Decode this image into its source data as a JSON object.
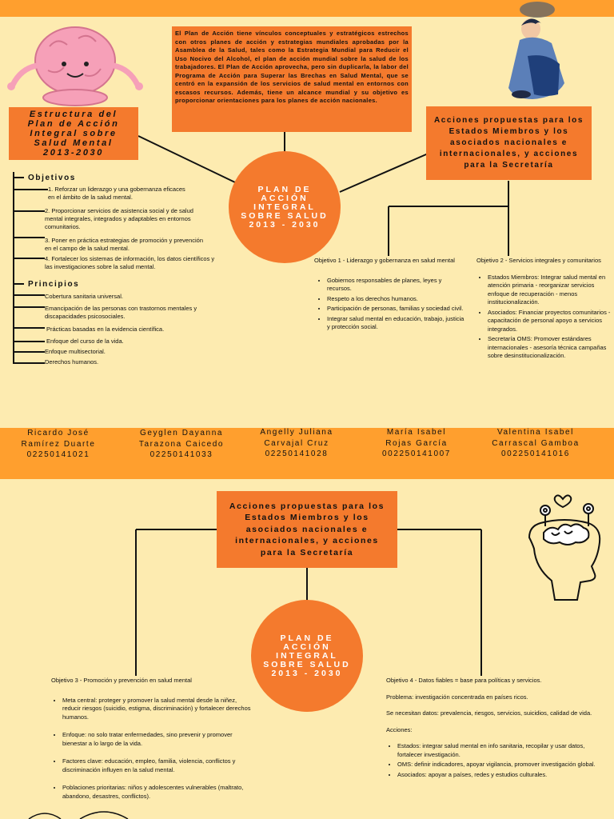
{
  "page1": {
    "structure_title": "Estructura del Plan de Acción Integral sobre Salud Mental 2013-2030",
    "intro_text": "El Plan de Acción tiene vínculos conceptuales y estratégicos estrechos con otros planes de acción y estrategias mundiales aprobadas por la Asamblea de la Salud, tales como la Estrategia Mundial para Reducir el Uso Nocivo del Alcohol, el plan de acción mundial sobre la salud de los trabajadores. El Plan de Acción aprovecha, pero sin duplicarla, la labor del Programa de Acción para Superar las Brechas en Salud Mental, que se centró en la expansión de los servicios de salud mental en entornos con escasos recursos. Además, tiene un alcance mundial y su objetivo es proporcionar orientaciones para los planes de acción nacionales.",
    "acciones_box": "Acciones propuestas para los Estados Miembros y los asociados nacionales e internacionales, y acciones para la Secretaría",
    "circle_lines": [
      "PLAN DE",
      "ACCIÓN",
      "INTEGRAL",
      "SOBRE SALUD",
      "2013 - 2030"
    ],
    "objetivos_heading": "Objetivos",
    "objetivos": [
      "1. Reforzar un liderazgo y una gobernanza eficaces en el ámbito de la salud mental.",
      "2. Proporcionar servicios de asistencia social y de salud mental integrales, integrados y adaptables en entornos comunitarios.",
      "3. Poner en práctica estrategias de promoción y prevención en el campo de la salud mental.",
      "4. Fortalecer los sistemas de información, los datos científicos y las investigaciones sobre la salud mental."
    ],
    "principios_heading": "Principios",
    "principios": [
      "Cobertura sanitaria universal.",
      "Emancipación de las personas con trastornos mentales y discapacidades psicosociales.",
      "Prácticas basadas en la evidencia científica.",
      "Enfoque del curso de la vida.",
      "Enfoque multisectorial.",
      "Derechos humanos."
    ],
    "obj1_title": "Objetivo 1 - Liderazgo y gobernanza en salud mental",
    "obj1_items": [
      "Gobiernos responsables de planes, leyes y recursos.",
      "Respeto a los derechos humanos.",
      "Participación de personas, familias y sociedad civil.",
      "Integrar salud mental en educación, trabajo, justicia y protección social."
    ],
    "obj2_title": "Objetivo 2 - Servicios integrales y comunitarios",
    "obj2_items": [
      "Estados Miembros: Integrar salud mental en atención primaria - reorganizar servicios enfoque de recuperación - menos institucionalización.",
      "Asociados: Financiar proyectos comunitarios - capacitación de personal apoyo a servicios integrados.",
      "Secretaría OMS: Promover estándares internacionales - asesoría técnica campañas sobre desinstitucionalización."
    ]
  },
  "students": [
    {
      "name1": "Ricardo José",
      "name2": "Ramírez Duarte",
      "code": "02250141021"
    },
    {
      "name1": "Geyglen Dayanna",
      "name2": "Tarazona Caicedo",
      "code": "02250141033"
    },
    {
      "name1": "Angelly Juliana",
      "name2": "Carvajal Cruz",
      "code": "02250141028"
    },
    {
      "name1": "María Isabel",
      "name2": "Rojas García",
      "code": "002250141007"
    },
    {
      "name1": "Valentina Isabel",
      "name2": "Carrascal Gamboa",
      "code": "002250141016"
    }
  ],
  "page2": {
    "acciones_box": "Acciones propuestas para los Estados Miembros y los asociados nacionales e internacionales, y acciones para la Secretaría",
    "circle_lines": [
      "PLAN DE",
      "ACCIÓN",
      "INTEGRAL",
      "SOBRE SALUD",
      "2013 - 2030"
    ],
    "obj3_title": "Objetivo 3 - Promoción y prevención en salud mental",
    "obj3_items": [
      "Meta central: proteger y promover la salud mental desde la niñez, reducir riesgos (suicidio, estigma, discriminación) y fortalecer derechos humanos.",
      "Enfoque: no solo tratar enfermedades, sino prevenir y promover bienestar a lo largo de la vida.",
      "Factores clave: educación, empleo, familia, violencia, conflictos y discriminación influyen en la salud mental.",
      "Poblaciones prioritarias: niños y adolescentes vulnerables (maltrato, abandono, desastres, conflictos)."
    ],
    "obj4_title": "Objetivo 4 - Datos fiables = base para políticas y servicios.",
    "obj4_p1": "Problema: investigación concentrada en países ricos.",
    "obj4_p2": "Se necesitan datos: prevalencia, riesgos, servicios, suicidios, calidad de vida.",
    "obj4_p3": "Acciones:",
    "obj4_items": [
      "Estados: integrar salud mental en info sanitaria, recopilar y usar datos, fortalecer investigación.",
      "OMS: definir indicadores, apoyar vigilancia, promover investigación global.",
      "Asociados: apoyar a países, redes y estudios culturales."
    ]
  },
  "colors": {
    "background": "#fdebb0",
    "band": "#ff9f2e",
    "box": "#f47a2d",
    "line": "#111111"
  }
}
